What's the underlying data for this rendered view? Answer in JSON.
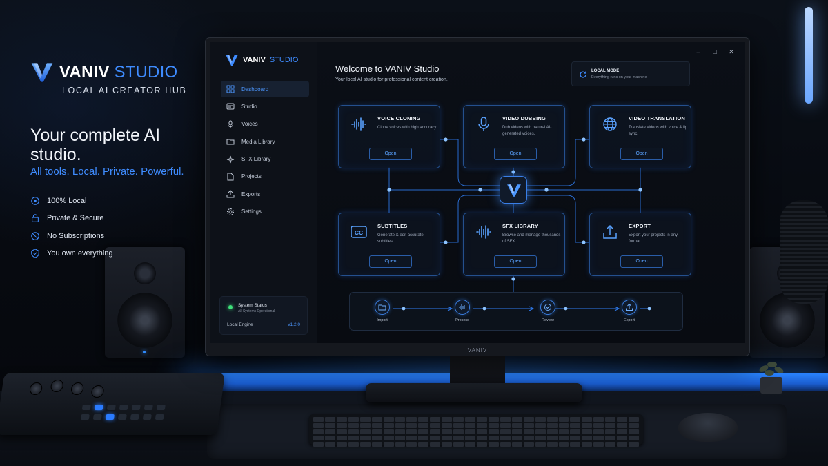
{
  "brand": {
    "name_part1": "VANIV",
    "name_part2": "STUDIO",
    "subtitle": "LOCAL AI CREATOR HUB"
  },
  "hero": {
    "title": "Your complete AI studio.",
    "tagline": "All tools. Local. Private. Powerful.",
    "features": [
      {
        "label": "100% Local",
        "icon": "local-icon"
      },
      {
        "label": "Private & Secure",
        "icon": "lock-icon"
      },
      {
        "label": "No Subscriptions",
        "icon": "no-subscription-icon"
      },
      {
        "label": "You own everything",
        "icon": "ownership-icon"
      }
    ]
  },
  "monitor": {
    "label": "VANIV"
  },
  "app": {
    "brand_part1": "VANIV",
    "brand_part2": "STUDIO",
    "nav": [
      {
        "label": "Dashboard",
        "icon": "dashboard-icon",
        "active": true
      },
      {
        "label": "Studio",
        "icon": "studio-icon"
      },
      {
        "label": "Voices",
        "icon": "microphone-icon"
      },
      {
        "label": "Media Library",
        "icon": "folder-icon"
      },
      {
        "label": "SFX Library",
        "icon": "sparkle-icon"
      },
      {
        "label": "Projects",
        "icon": "file-icon"
      },
      {
        "label": "Exports",
        "icon": "export-icon"
      },
      {
        "label": "Settings",
        "icon": "gear-icon"
      }
    ],
    "status": {
      "title": "System Status",
      "subtitle": "All Systems Operational",
      "engine": "Local Engine",
      "version": "v1.2.0",
      "color": "#3ee07a"
    },
    "window_controls": {
      "minimize": "–",
      "maximize": "□",
      "close": "✕"
    },
    "welcome_title": "Welcome to VANIV Studio",
    "welcome_subtitle": "Your local AI studio for professional content creation.",
    "local_mode": {
      "title": "LOCAL MODE",
      "subtitle": "Everything runs on your machine"
    },
    "cards": [
      {
        "title": "VOICE CLONING",
        "desc": "Clone voices with high accuracy.",
        "button": "Open",
        "icon": "waveform-icon"
      },
      {
        "title": "VIDEO DUBBING",
        "desc": "Dub videos with natural AI-generated voices.",
        "button": "Open",
        "icon": "microphone-icon"
      },
      {
        "title": "VIDEO TRANSLATION",
        "desc": "Translate videos with voice & lip sync.",
        "button": "Open",
        "icon": "globe-icon"
      },
      {
        "title": "SUBTITLES",
        "desc": "Generate & edit accurate subtitles.",
        "button": "Open",
        "icon": "cc-icon"
      },
      {
        "title": "SFX LIBRARY",
        "desc": "Browse and manage thousands of SFX.",
        "button": "Open",
        "icon": "waveform-icon"
      },
      {
        "title": "EXPORT",
        "desc": "Export your projects in any format.",
        "button": "Open",
        "icon": "upload-icon"
      }
    ],
    "pipeline": [
      {
        "label": "Import",
        "icon": "folder-icon"
      },
      {
        "label": "Process",
        "icon": "waveform-icon"
      },
      {
        "label": "Review",
        "icon": "check-icon"
      },
      {
        "label": "Export",
        "icon": "upload-icon"
      }
    ],
    "accent": "#3f8cff"
  }
}
